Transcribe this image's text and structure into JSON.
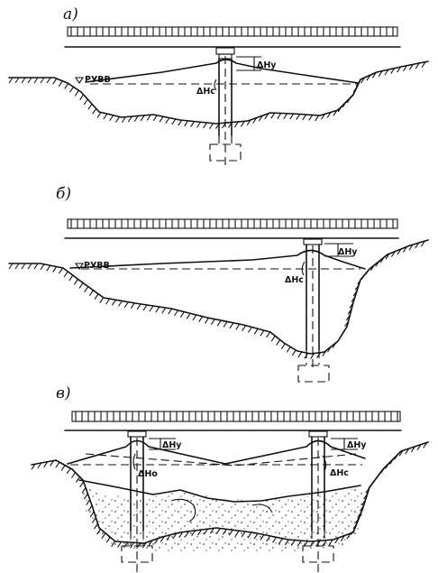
{
  "panels": [
    {
      "letter": "а)",
      "water_level_label": "РУВВ",
      "labels": [
        "ΔHу",
        "ΔHс"
      ]
    },
    {
      "letter": "б)",
      "water_level_label": "РУВВ",
      "labels": [
        "ΔHу",
        "ΔHс"
      ]
    },
    {
      "letter": "в)",
      "labels": [
        "ΔHу",
        "ΔHо",
        "ΔHу",
        "ΔHс"
      ]
    }
  ]
}
